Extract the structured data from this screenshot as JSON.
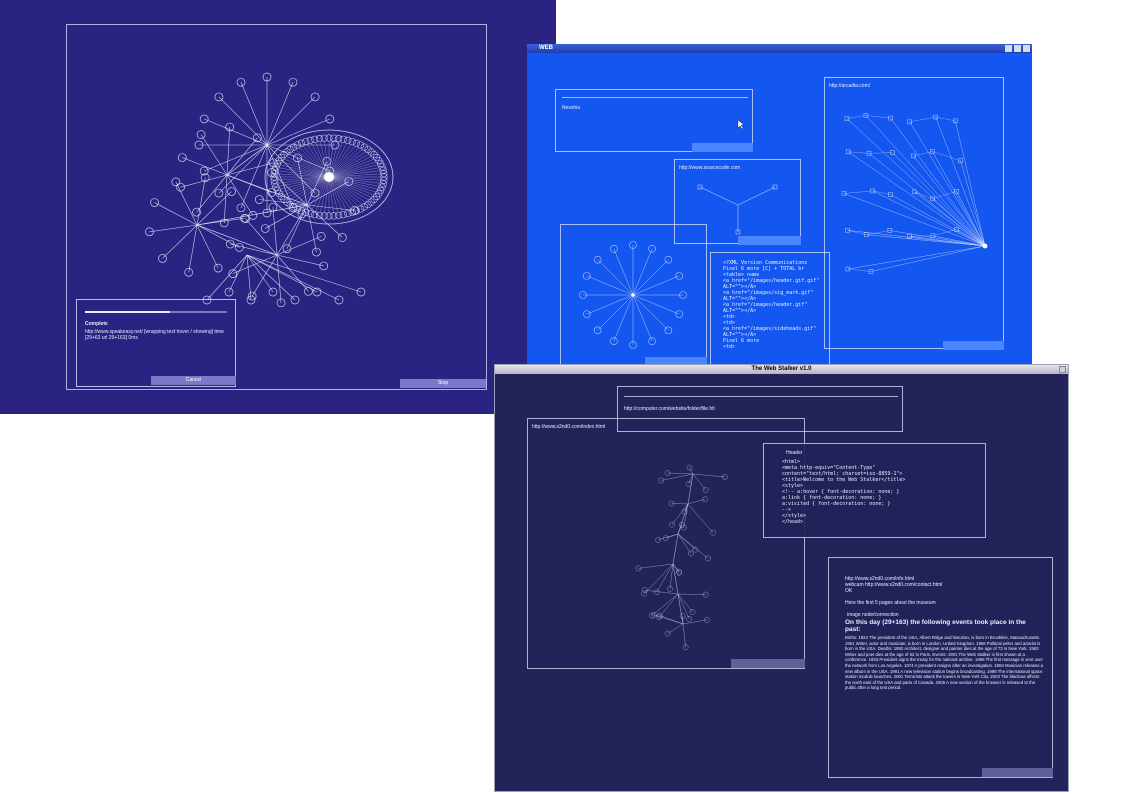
{
  "shot1": {
    "status": {
      "label": "Complete",
      "detail": "http://www.speakeasy.net/ [wrapping text hover / showing] time [29+63 url 29+163] 0ms"
    },
    "cancel_label": "Cancel",
    "stop_label": "Stop"
  },
  "shot2": {
    "title": "WEB",
    "status_label": "Nesshia",
    "url_top": "http://www.sourcecode.com",
    "url_right": "http://arcadia.com/",
    "html_lines": [
      "<?XML Version Communications",
      "Pixel 6 more [C] + TOTAL br",
      "<table> name",
      "<a href=\"/images/header.gif.gif\"",
      "ALT=\"\"></A>",
      "<a href=\"/images/sig_mark.gif\"",
      "ALT=\"\"></A>",
      "<a href=\"/images/header.gif\"",
      "ALT=\"\"></A>",
      "<td>",
      "<td>",
      "<a href=\"/images/sideheads.gif\"",
      "ALT=\"\"></A>",
      "Pixel 6 more",
      "<td>"
    ]
  },
  "shot3": {
    "title": "The Web Stalker v1.0",
    "address": "http://computer.com/website/folder/file.htl",
    "graph_url": "http://www.s2nd0.com/index.html",
    "code_header": "Header",
    "code_lines": [
      "<html>",
      "<meta http-equiv=\"Content-Type\"",
      "content=\"text/html; charset=iso-8859-1\">",
      "<title>Welcome to the Web Stalker</title>",
      "<style>",
      "<!-- a:hover { font-decoration: none; }",
      "a:link { font-decoration: none; }",
      "a:visited { font-decoration: none; }",
      "-->",
      "</style>",
      "</head>"
    ],
    "doc_link1": "http://www.s2nd0.com/info.html",
    "doc_link2": "webcam http://www.s2nd0.com/contact.html",
    "doc_link3": "OK",
    "doc_intro": "Here the first 5 pages about the museum",
    "doc_meta": "image    node/connection",
    "doc_heading": "On this day (29+163) the following events took place in the past:",
    "doc_body": "Births: 1924 The president of the USA, Albert Ridge and historian, is born in Brookline, Massachusetts. 1951 Writer, actor and musician, is born in London, United Kingdom. 1956 Political writer and activist is born in the USA. Deaths: 1992 Architect, designer and painter dies at the age of 73 in New York. 1963 Writer and poet dies at the age of 62 in Paris. Events: 1901 The Web Stalker is first shown at a conference. 1933 President signs the treaty for the national archive. 1969 The first message is sent over the network from Los Angeles. 1974 A president resigns after an investigation. 1984 Musician releases a new album in the USA. 1991 A new television station begins broadcasting. 1998 The international space station module launches. 2001 Terrorists attack the towers in New York City. 2003 The blackout affects the north east of the USA and parts of Canada. 2005 A new version of the browser is released to the public after a long test period."
  }
}
